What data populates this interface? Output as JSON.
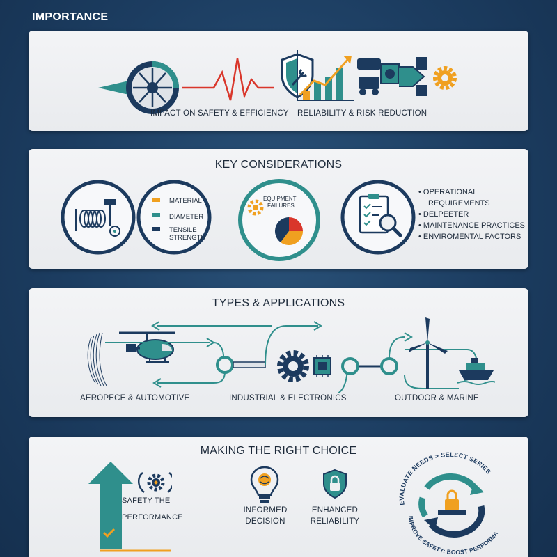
{
  "header": {
    "title": "IMPORTANCE"
  },
  "importance": {
    "labels": [
      "IMPACT ON SAFETY & EFFICIENCY",
      "RELIABILITY & RISK REDUCTION"
    ]
  },
  "considerations": {
    "title": "KEY CONSIDERATIONS",
    "spec_items": [
      "MATERIAL",
      "DIAMETER",
      "TENSILE",
      "STRENGTH"
    ],
    "pie_label_1": "EQUIPMENT",
    "pie_label_2": "FAILURES",
    "bullets": [
      "OPERATIONAL",
      "REQUIREMENTS",
      "DELPEETER",
      "MAINTENANCE PRACTICES",
      "ENVIROMENTAL FACTORS"
    ],
    "bullet_mark": "•"
  },
  "types": {
    "title": "TYPES & APPLICATIONS",
    "labels": [
      "AEROPECE & AUTOMOTIVE",
      "INDUSTRIAL & ELECTRONICS",
      "OUTDOOR & MARINE"
    ]
  },
  "choice": {
    "title": "MAKING THE RIGHT CHOICE",
    "arrow_label_1": "SAFETY THE",
    "arrow_label_2": "PERFORMANCE",
    "informed_1": "INFORMED",
    "informed_2": "DECISION",
    "enhanced_1": "ENHANCED",
    "enhanced_2": "RELIABILITY",
    "cycle_top": "EVALUATE NEEDS > SELECT SERIES",
    "cycle_bottom": "IMPROVE SAFETY: BOOST PERFORMANCE"
  },
  "colors": {
    "teal": "#2f8f8c",
    "navy": "#1c3a5e",
    "red": "#d9362b",
    "orange": "#f0a020",
    "panel": "#eef0f2"
  }
}
